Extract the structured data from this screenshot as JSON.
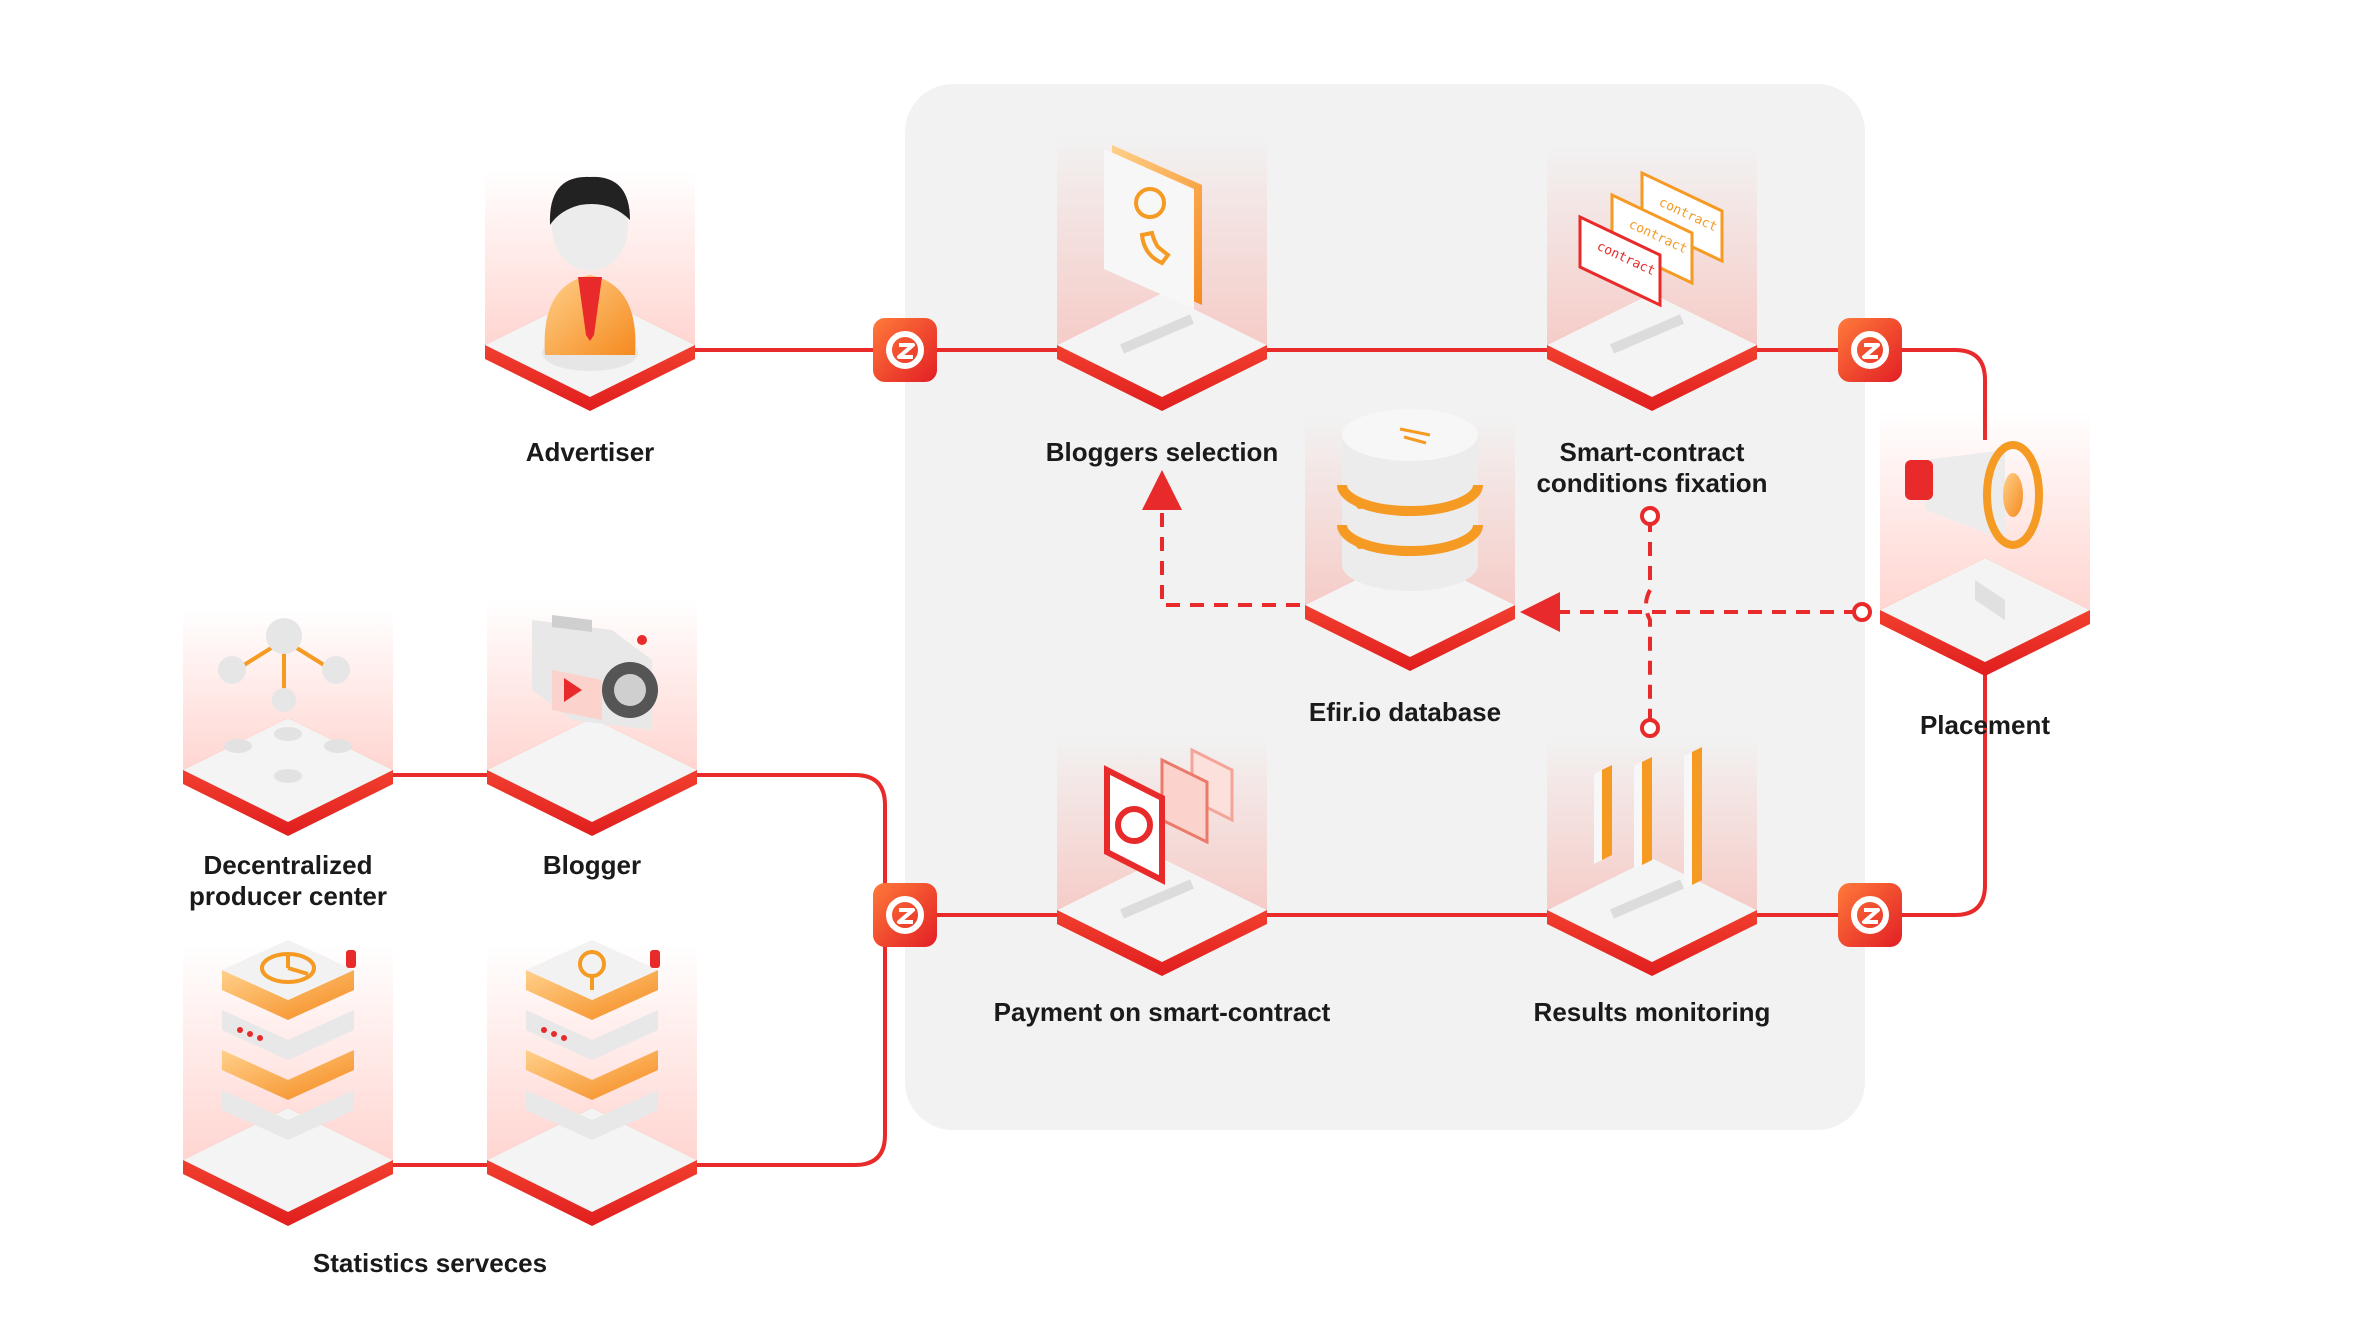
{
  "colors": {
    "accent": "#e82a2a",
    "orange": "#f59a23",
    "panel": "#f2f2f2",
    "tile_top": "#f4f4f4",
    "text": "#1a1a1a"
  },
  "nodes": {
    "advertiser": {
      "label": "Advertiser",
      "icon": "person-icon"
    },
    "bloggers_selection": {
      "label": "Bloggers selection",
      "icon": "contact-card-icon"
    },
    "smart_contract": {
      "label_lines": [
        "Smart-contract",
        "conditions fixation"
      ],
      "icon": "contract-documents-icon",
      "doc_words": [
        "contract",
        "contract",
        "contract"
      ]
    },
    "placement": {
      "label": "Placement",
      "icon": "megaphone-icon"
    },
    "database": {
      "label": "Efir.io database",
      "icon": "database-icon"
    },
    "payment": {
      "label": "Payment on smart-contract",
      "icon": "payment-coins-icon"
    },
    "monitoring": {
      "label": "Results monitoring",
      "icon": "bar-chart-icon"
    },
    "producer_center": {
      "label_lines": [
        "Decentralized",
        "producer center"
      ],
      "icon": "network-nodes-icon"
    },
    "blogger": {
      "label": "Blogger",
      "icon": "video-camera-icon"
    },
    "stats_1": {
      "icon": "server-pie-chart-icon"
    },
    "stats_2": {
      "icon": "server-search-icon"
    },
    "statistics": {
      "label": "Statistics serveces"
    }
  },
  "hubs": [
    "efir-logo-icon",
    "efir-logo-icon",
    "efir-logo-icon",
    "efir-logo-icon"
  ]
}
